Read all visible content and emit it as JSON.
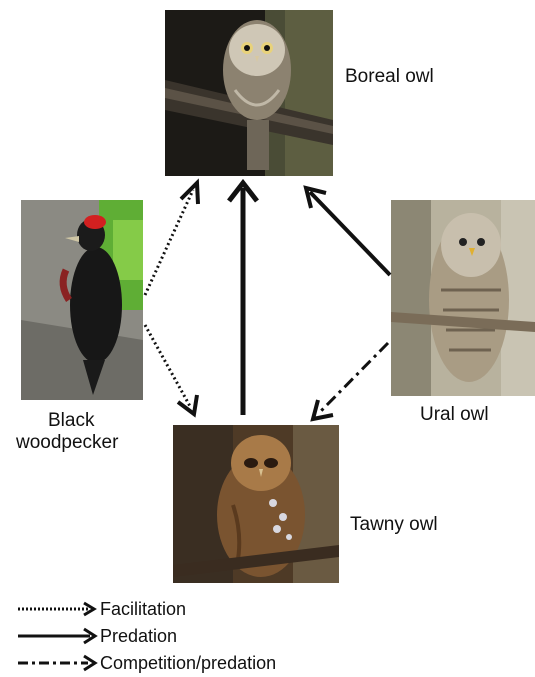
{
  "nodes": {
    "boreal_owl": "Boreal owl",
    "black_woodpecker": [
      "Black",
      "woodpecker"
    ],
    "ural_owl": "Ural owl",
    "tawny_owl": "Tawny owl"
  },
  "legend": [
    {
      "label": "Facilitation",
      "style": "dotted"
    },
    {
      "label": "Predation",
      "style": "solid"
    },
    {
      "label": "Competition/predation",
      "style": "dash-dot"
    }
  ],
  "relations": [
    {
      "from": "Black woodpecker",
      "to": "Boreal owl",
      "type": "Facilitation"
    },
    {
      "from": "Black woodpecker",
      "to": "Tawny owl",
      "type": "Facilitation"
    },
    {
      "from": "Tawny owl",
      "to": "Boreal owl",
      "type": "Predation"
    },
    {
      "from": "Ural owl",
      "to": "Boreal owl",
      "type": "Predation"
    },
    {
      "from": "Ural owl",
      "to": "Tawny owl",
      "type": "Competition/predation"
    }
  ]
}
